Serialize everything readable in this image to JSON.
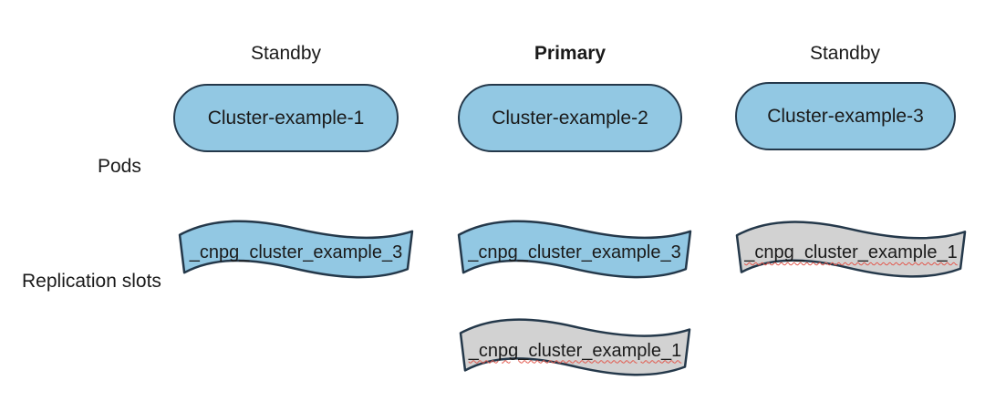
{
  "diagram": {
    "title_hidden": "",
    "columns": [
      {
        "role": "Standby",
        "pod": "Cluster-example-1"
      },
      {
        "role": "Primary",
        "pod": "Cluster-example-2"
      },
      {
        "role": "Standby",
        "pod": "Cluster-example-3"
      }
    ],
    "row_labels": {
      "pods": "Pods",
      "replication_slots": "Replication slots"
    },
    "slots": [
      {
        "label": "_cnpg_cluster_example_3",
        "fill": "blue",
        "squiggle": false
      },
      {
        "label": "_cnpg_cluster_example_3",
        "fill": "blue",
        "squiggle": false
      },
      {
        "label": "_cnpg_cluster_example_1",
        "fill": "gray",
        "squiggle": true
      },
      {
        "label": "_cnpg_cluster_example_1",
        "fill": "gray",
        "squiggle": true
      }
    ],
    "colors": {
      "shape_blue": "#92c8e3",
      "shape_gray": "#d2d2d2",
      "outline": "#24384a",
      "text": "#1a1a1a",
      "squiggle_red": "#e2574c",
      "background": "#ffffff"
    }
  }
}
